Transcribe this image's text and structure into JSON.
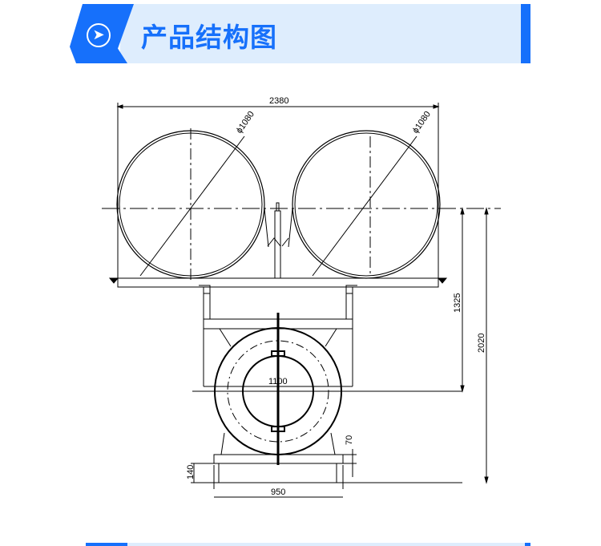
{
  "header": {
    "title": "产品结构图",
    "icon": "chevron-right-circle-icon",
    "accent": "#1670fb",
    "band_color": "#deedfd"
  },
  "drawing": {
    "dims": {
      "overall_width": "2380",
      "left_diameter": "ϕ1080",
      "right_diameter": "ϕ1080",
      "center_height": "1325",
      "total_height": "2020",
      "ring_width": "1100",
      "base_width": "950",
      "foot_height": "140",
      "plate_thickness": "70"
    }
  }
}
